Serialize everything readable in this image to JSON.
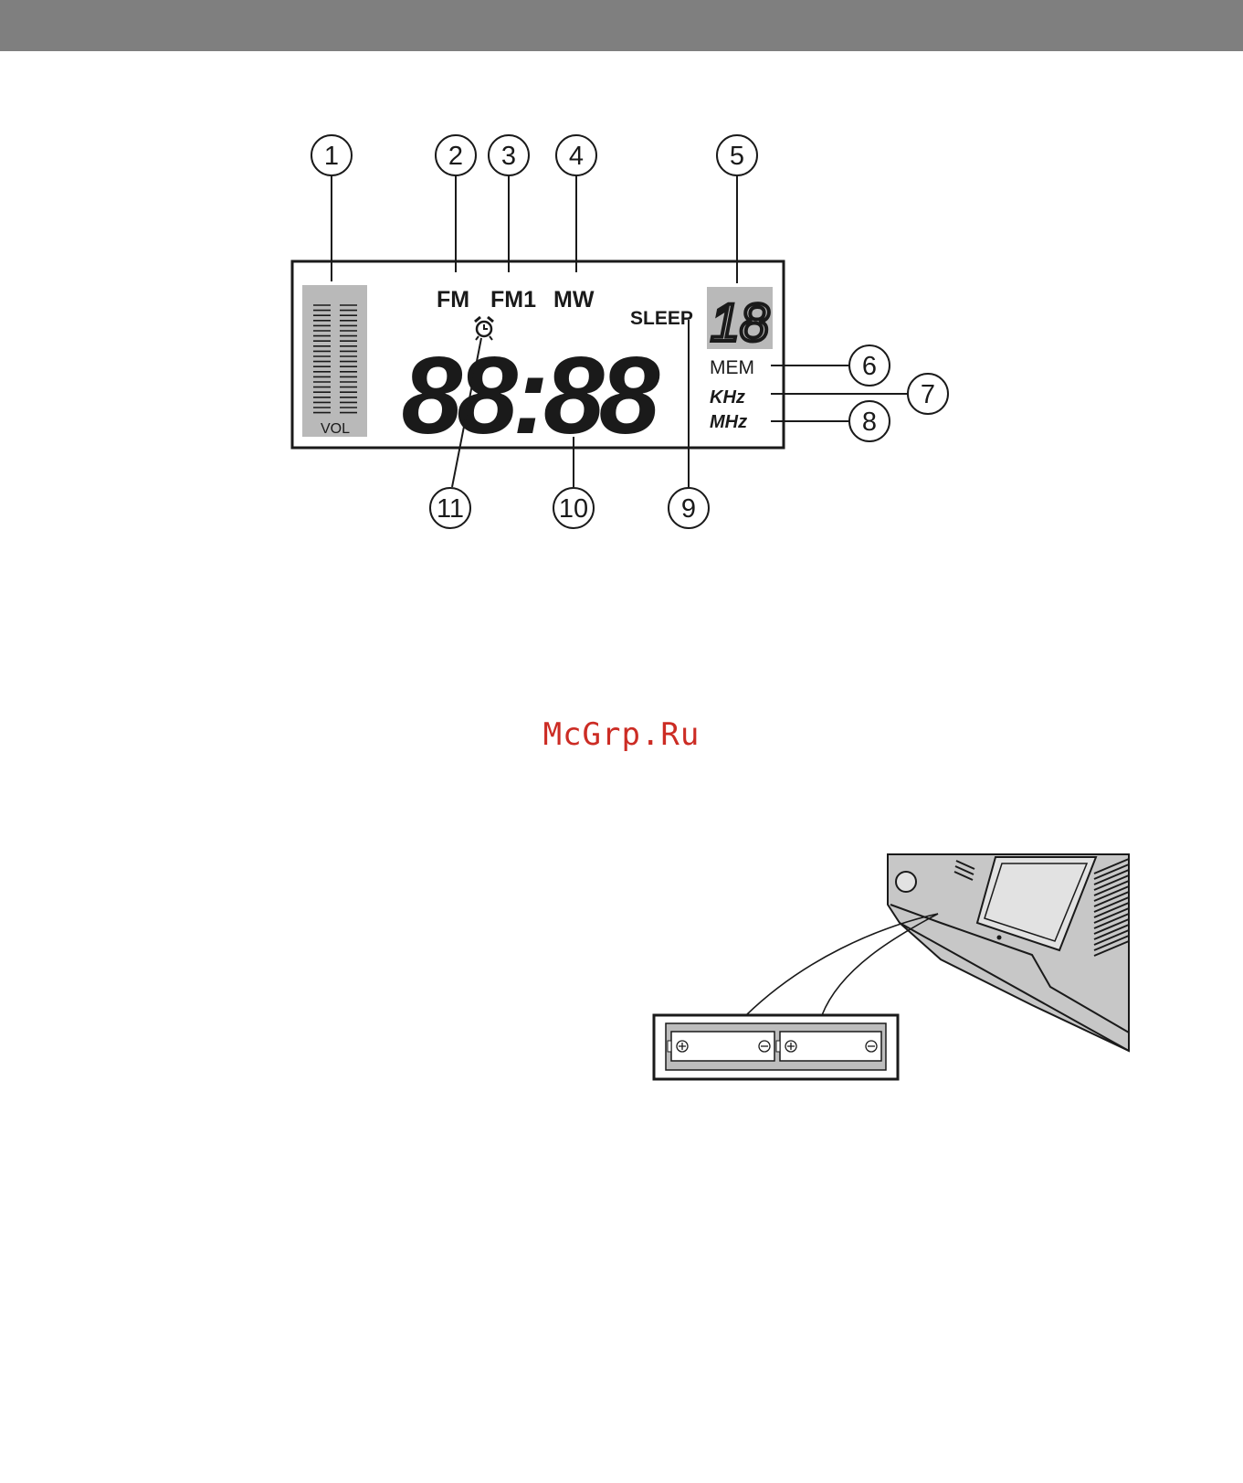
{
  "header_bar_color": "#7f7f7f",
  "lcd": {
    "volume_label": "VOL",
    "band_fm": "FM",
    "band_fm1": "FM1",
    "band_mw": "MW",
    "sleep": "SLEEP",
    "memory_digits": "18",
    "main_digits": "88:88",
    "mem": "MEM",
    "khz": "KHz",
    "mhz": "MHz",
    "alarm_icon": "alarm-clock-icon"
  },
  "callouts": [
    "1",
    "2",
    "3",
    "4",
    "5",
    "6",
    "7",
    "8",
    "9",
    "10",
    "11"
  ],
  "watermark": "McGrp.Ru",
  "watermark_color": "#cc2c24"
}
